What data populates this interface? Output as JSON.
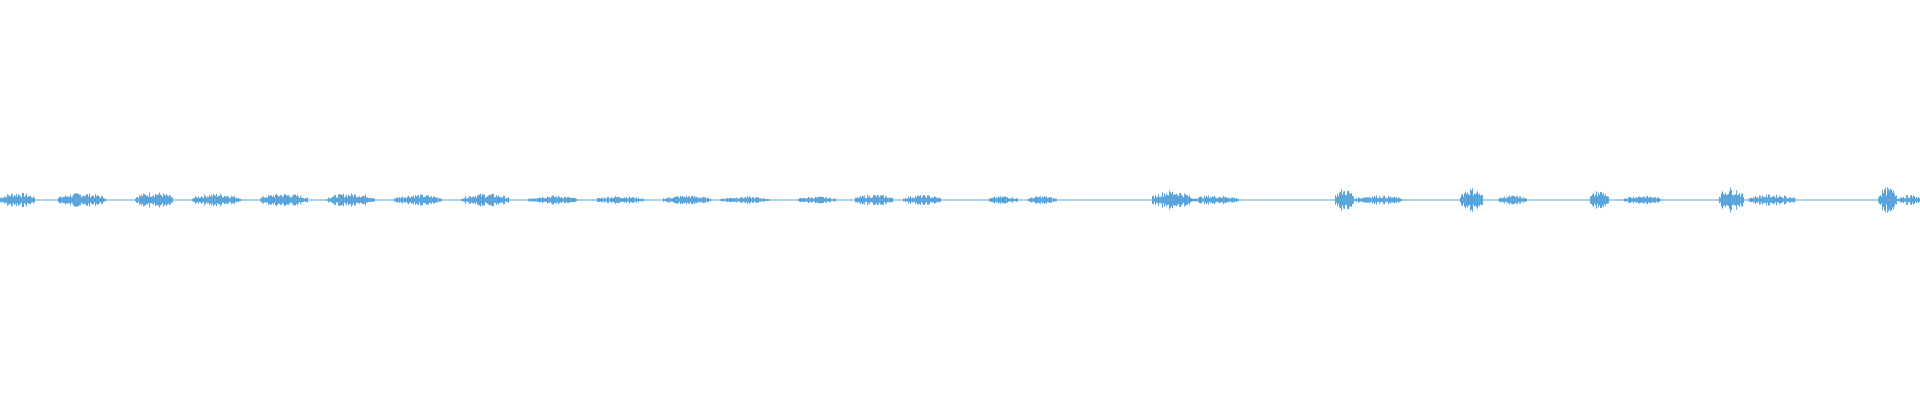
{
  "waveform": {
    "color": "#5aa6dc",
    "background": "#ffffff",
    "amplitude_max": 1.0,
    "segments": [
      {
        "start": 0.0,
        "end": 0.018,
        "amp": 0.3
      },
      {
        "start": 0.03,
        "end": 0.055,
        "amp": 0.28
      },
      {
        "start": 0.07,
        "end": 0.09,
        "amp": 0.32
      },
      {
        "start": 0.1,
        "end": 0.125,
        "amp": 0.26
      },
      {
        "start": 0.135,
        "end": 0.16,
        "amp": 0.26
      },
      {
        "start": 0.17,
        "end": 0.195,
        "amp": 0.27
      },
      {
        "start": 0.205,
        "end": 0.23,
        "amp": 0.22
      },
      {
        "start": 0.24,
        "end": 0.265,
        "amp": 0.26
      },
      {
        "start": 0.275,
        "end": 0.3,
        "amp": 0.18
      },
      {
        "start": 0.31,
        "end": 0.335,
        "amp": 0.16
      },
      {
        "start": 0.345,
        "end": 0.37,
        "amp": 0.18
      },
      {
        "start": 0.375,
        "end": 0.4,
        "amp": 0.14
      },
      {
        "start": 0.415,
        "end": 0.435,
        "amp": 0.14
      },
      {
        "start": 0.445,
        "end": 0.465,
        "amp": 0.22
      },
      {
        "start": 0.47,
        "end": 0.49,
        "amp": 0.2
      },
      {
        "start": 0.515,
        "end": 0.53,
        "amp": 0.16
      },
      {
        "start": 0.535,
        "end": 0.55,
        "amp": 0.16
      },
      {
        "start": 0.6,
        "end": 0.62,
        "amp": 0.38
      },
      {
        "start": 0.62,
        "end": 0.645,
        "amp": 0.18
      },
      {
        "start": 0.695,
        "end": 0.705,
        "amp": 0.45
      },
      {
        "start": 0.705,
        "end": 0.73,
        "amp": 0.18
      },
      {
        "start": 0.76,
        "end": 0.772,
        "amp": 0.48
      },
      {
        "start": 0.78,
        "end": 0.795,
        "amp": 0.18
      },
      {
        "start": 0.828,
        "end": 0.838,
        "amp": 0.38
      },
      {
        "start": 0.845,
        "end": 0.865,
        "amp": 0.18
      },
      {
        "start": 0.895,
        "end": 0.908,
        "amp": 0.5
      },
      {
        "start": 0.91,
        "end": 0.935,
        "amp": 0.22
      },
      {
        "start": 0.978,
        "end": 0.988,
        "amp": 0.5
      },
      {
        "start": 0.988,
        "end": 1.0,
        "amp": 0.2
      }
    ],
    "noise_floor": 0.015
  }
}
